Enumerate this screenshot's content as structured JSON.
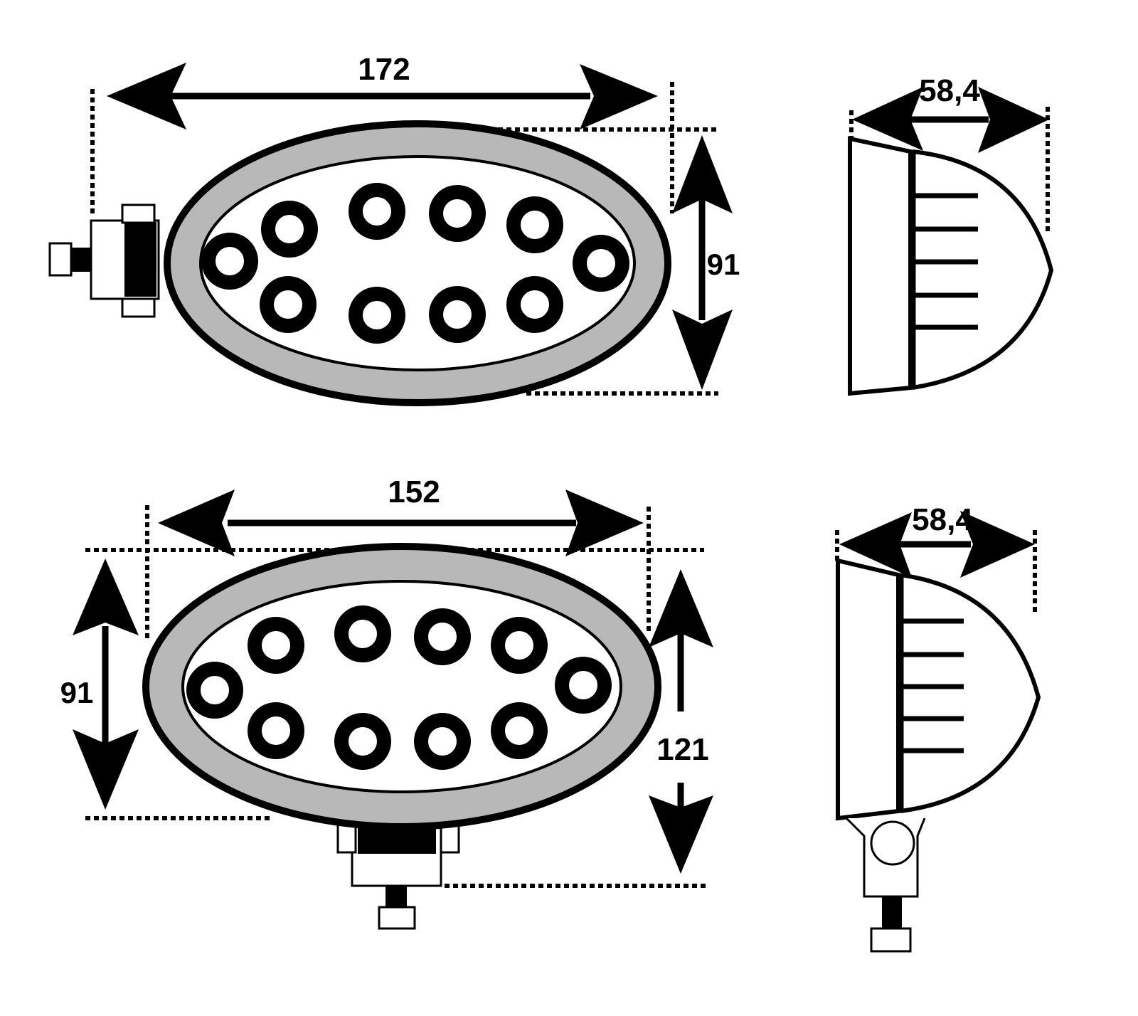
{
  "top_view": {
    "width_label": "172",
    "height_label": "91"
  },
  "top_side_view": {
    "depth_label": "58,4"
  },
  "bottom_view": {
    "width_label": "152",
    "height_left_label": "91",
    "height_right_label": "121"
  },
  "bottom_side_view": {
    "depth_label": "58,4"
  },
  "colors": {
    "line": "#000000",
    "housing_band": "#b8b8b8",
    "background": "#ffffff"
  }
}
